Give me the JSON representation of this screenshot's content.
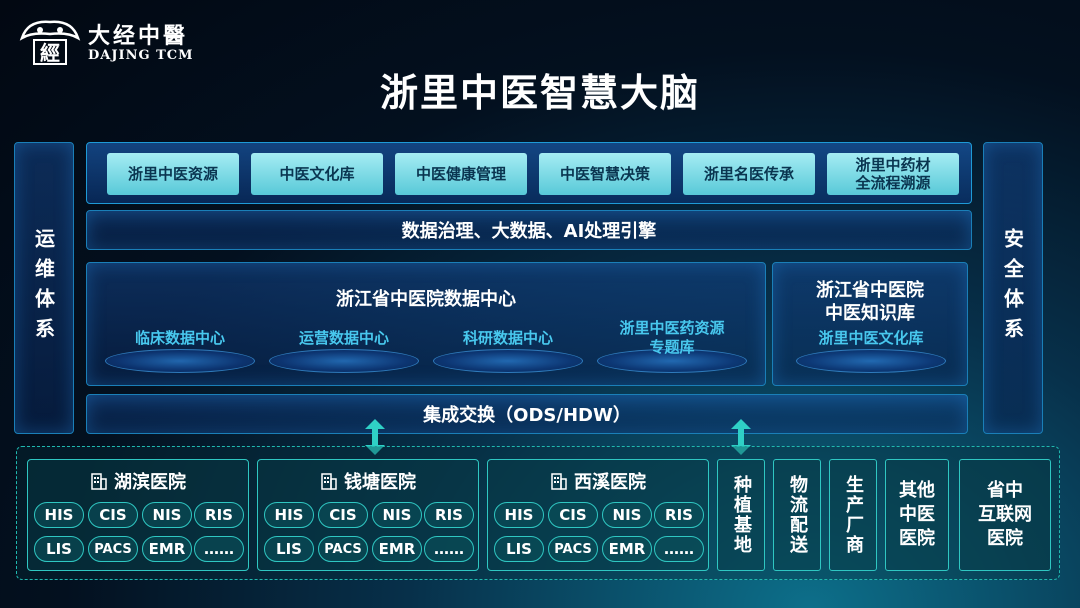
{
  "logo": {
    "cn": "大经中醫",
    "en": "DAJING TCM",
    "mark_text": "經"
  },
  "title": "浙里中医智慧大脑",
  "side_left": "运维体系",
  "side_right": "安全体系",
  "apps": [
    "浙里中医资源",
    "中医文化库",
    "中医健康管理",
    "中医智慧决策",
    "浙里名医传承",
    "浙里中药材\n全流程溯源"
  ],
  "engine": "数据治理、大数据、AI处理引擎",
  "data_center": {
    "title": "浙江省中医院数据中心",
    "items": [
      "临床数据中心",
      "运营数据中心",
      "科研数据中心",
      "浙里中医药资源\n专题库"
    ]
  },
  "knowledge": {
    "title": "浙江省中医院\n中医知识库",
    "item": "浙里中医文化库"
  },
  "ods": "集成交换（ODS/HDW）",
  "hospitals": [
    {
      "name": "湖滨医院",
      "systems": [
        "HIS",
        "CIS",
        "NIS",
        "RIS",
        "LIS",
        "PACS",
        "EMR",
        "……"
      ]
    },
    {
      "name": "钱塘医院",
      "systems": [
        "HIS",
        "CIS",
        "NIS",
        "RIS",
        "LIS",
        "PACS",
        "EMR",
        "……"
      ]
    },
    {
      "name": "西溪医院",
      "systems": [
        "HIS",
        "CIS",
        "NIS",
        "RIS",
        "LIS",
        "PACS",
        "EMR",
        "……"
      ]
    }
  ],
  "vertical_boxes": [
    "种植基地",
    "物流配送",
    "生产厂商"
  ],
  "multi_boxes": [
    "其他\n中医\n医院",
    "省中\n互联网\n医院"
  ],
  "colors": {
    "accent": "#48c8ee",
    "app_bg": "#7fdde8",
    "teal_border": "#2fc7c2",
    "blue_border": "#1a7fb8"
  }
}
